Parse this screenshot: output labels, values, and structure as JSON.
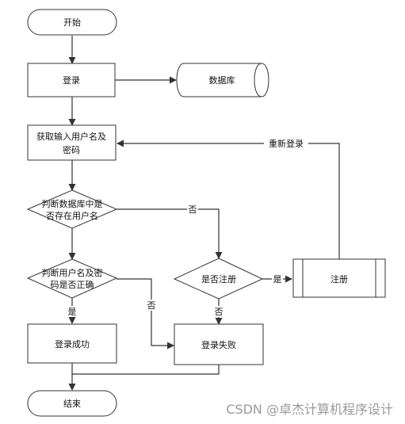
{
  "nodes": {
    "start": "开始",
    "login": "登录",
    "database": "数据库",
    "get_credentials": [
      "获取输入用户名及",
      "密码"
    ],
    "check_user_exists": [
      "判断数据库中是",
      "否存在用户名"
    ],
    "check_password": [
      "判断用户名及密",
      "码是否正确"
    ],
    "register_prompt": "是否注册",
    "register": "注册",
    "login_success": "登录成功",
    "login_fail": "登录失败",
    "end": "结束"
  },
  "edges": {
    "relogin": "重新登录",
    "no_user": "否",
    "wrong_password": "否",
    "no_register": "否",
    "password_ok": "是",
    "yes_register": "是"
  },
  "watermark": "CSDN @卓杰计算机程序设计"
}
